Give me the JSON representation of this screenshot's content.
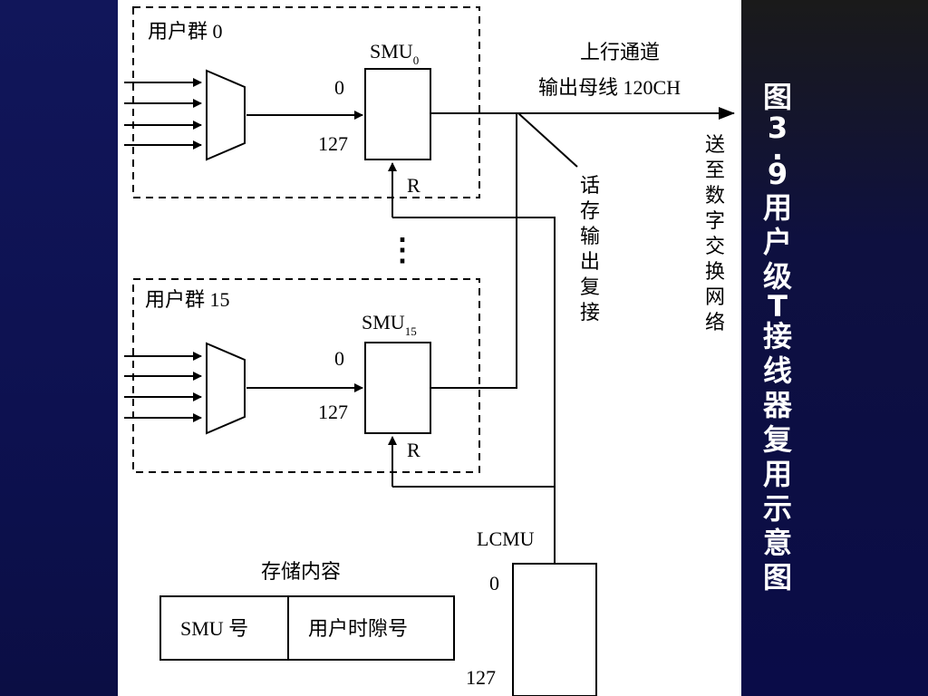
{
  "figure_title_chars": [
    "图",
    "3",
    ".",
    "9",
    "用",
    "户",
    "级",
    "T",
    "接",
    "线",
    "器",
    "复",
    "用",
    "示",
    "意",
    "图"
  ],
  "group0": {
    "label": "用户群 0",
    "smu_base": "SMU",
    "smu_sub": "0",
    "in_top": "0",
    "in_bottom": "127",
    "r": "R"
  },
  "group15": {
    "label": "用户群 15",
    "smu_base": "SMU",
    "smu_sub": "15",
    "in_top": "0",
    "in_bottom": "127",
    "r": "R"
  },
  "ellipsis": "⋮",
  "uplink": {
    "line1": "上行通道",
    "line2": "输出母线 120CH"
  },
  "vertical_labels": {
    "mux": [
      "话",
      "存",
      "输",
      "出",
      "复",
      "接"
    ],
    "send": [
      "送",
      "至",
      "数",
      "字",
      "交",
      "换",
      "网",
      "络"
    ]
  },
  "lcmu": {
    "label": "LCMU",
    "top": "0",
    "bottom": "127"
  },
  "storage": {
    "title": "存储内容",
    "col1": "SMU 号",
    "col2": "用户时隙号"
  }
}
